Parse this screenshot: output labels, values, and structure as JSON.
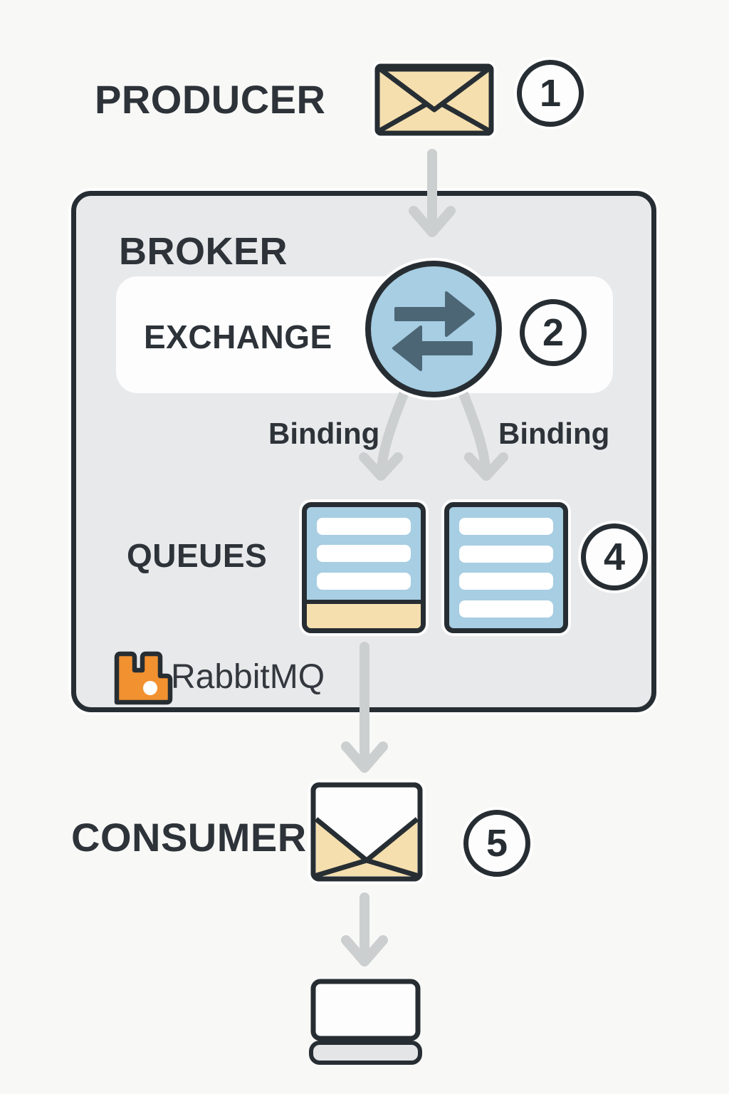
{
  "diagram": {
    "producer": {
      "label": "PRODUCER",
      "step": "1"
    },
    "broker": {
      "label": "BROKER",
      "exchange": {
        "label": "EXCHANGE",
        "step": "2"
      },
      "bindings": [
        {
          "label": "Binding"
        },
        {
          "label": "Binding"
        }
      ],
      "queues": {
        "label": "QUEUES",
        "step": "4"
      },
      "logo": {
        "text": "RabbitMQ"
      }
    },
    "consumer": {
      "label": "CONSUMER",
      "step": "5"
    }
  },
  "colors": {
    "ink": "#272e33",
    "broker_fill": "#e8e9eb",
    "message_tan": "#f5dfae",
    "queue_blue": "#a7cee3",
    "exchange_arrow_slate": "#4c6675",
    "flow_arrow_gray": "#cbcfd0",
    "brand_orange": "#f29130",
    "background": "#f8f8f6"
  }
}
